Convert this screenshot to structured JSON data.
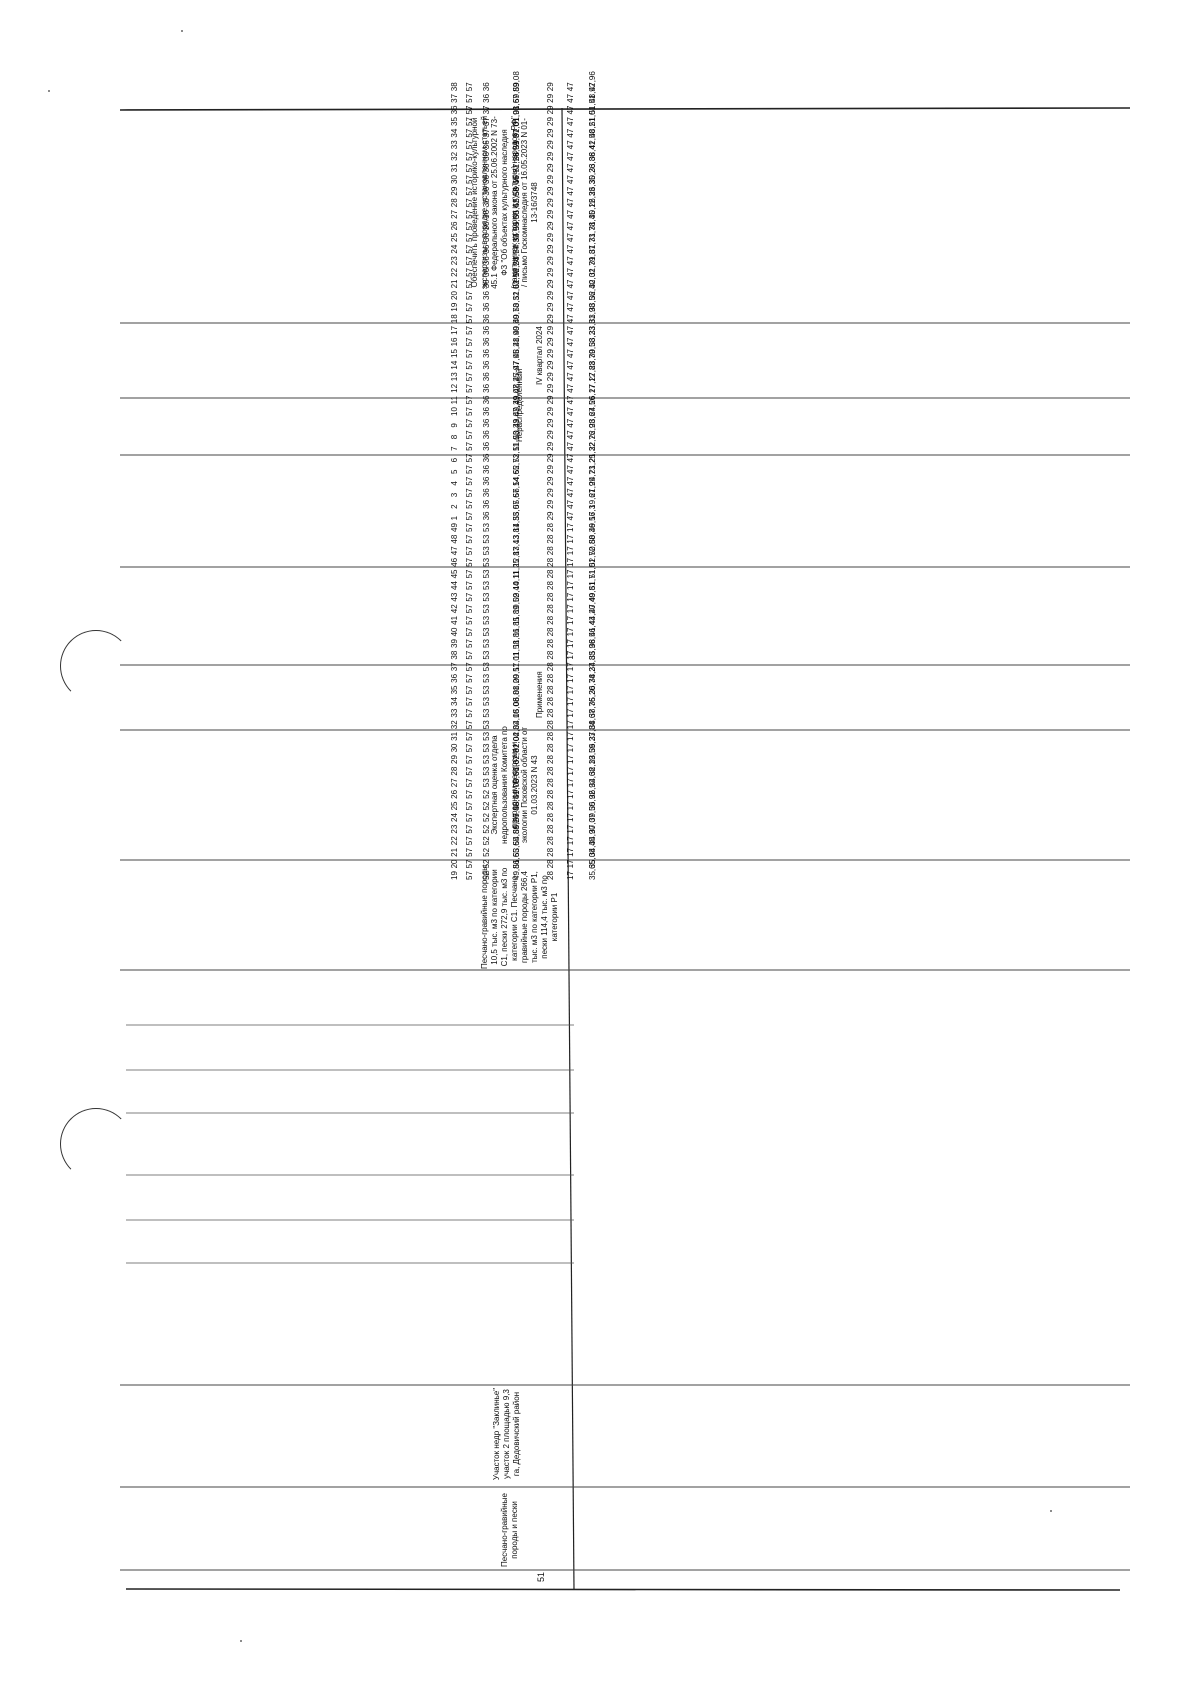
{
  "record": {
    "number": "51",
    "mineral": "Песчано-гравийные породы и пески",
    "site": "Участок недр \"Заклинье\" участок 2 площадью 9,3 га, Дедовичский район",
    "resources": "Песчано-гравийные породы 10,5 тыс. м3 по категории C1, пески 272,9 тыс. м3 по категории C1. Песчано-гравийные породы 266,4 тыс. м3 по категории P1, пески 114,4 тыс. м3 по категории P1",
    "expertise": "Экспертная оценка отдела недропользования Комитета по природным ресурсам и экологии Псковской области от 01.03.2023 N 43",
    "purpose": "Применения",
    "status": "Нераспределенный",
    "period": "IV квартал 2024",
    "conditions": "Обеспечить проведение историко-культурной экспертизы в порядке, установленном статьей 45.1 Федерального закона от 25.06.2002 N 73-ФЗ \"Об объектах культурного наследия (памятниках истории и культуры) народов РФ\" / письмо Госкомнаследия от 16.05.2023 N 01-13-16/3748"
  },
  "coords_group1": [
    [
      "19",
      "57",
      "52",
      "49,86",
      "28",
      "17",
      "35,65"
    ],
    [
      "20",
      "57",
      "52",
      "51,65",
      "28",
      "17",
      "35,08"
    ],
    [
      "21",
      "57",
      "52",
      "53,65",
      "28",
      "17",
      "34,45"
    ],
    [
      "22",
      "57",
      "52",
      "54,89",
      "28",
      "17",
      "34,90"
    ],
    [
      "23",
      "57",
      "52",
      "56,26",
      "28",
      "17",
      "37,07"
    ],
    [
      "24",
      "57",
      "52",
      "57,45",
      "28",
      "17",
      "39,50"
    ],
    [
      "25",
      "57",
      "52",
      "58,41",
      "28",
      "17",
      "35,92"
    ],
    [
      "26",
      "57",
      "52",
      "59,75",
      "28",
      "17",
      "36,92"
    ],
    [
      "27",
      "57",
      "53",
      "00,66",
      "28",
      "17",
      "34,68"
    ],
    [
      "28",
      "57",
      "53",
      "01,67",
      "28",
      "17",
      "32,19"
    ],
    [
      "29",
      "57",
      "53",
      "02,81",
      "28",
      "17",
      "33,59"
    ],
    [
      "30",
      "57",
      "53",
      "02,04",
      "28",
      "17",
      "36,23"
    ],
    [
      "31",
      "57",
      "53",
      "02,32",
      "28",
      "17",
      "37,84"
    ],
    [
      "32",
      "57",
      "53",
      "04,18",
      "28",
      "17",
      "38,67"
    ],
    [
      "33",
      "57",
      "53",
      "05,08",
      "28",
      "17",
      "38,76"
    ],
    [
      "34",
      "57",
      "53",
      "06,81",
      "28",
      "17",
      "35,20"
    ],
    [
      "35",
      "57",
      "53",
      "08,20",
      "28",
      "17",
      "36,74"
    ],
    [
      "36",
      "57",
      "53",
      "09,57",
      "28",
      "17",
      "38,27"
    ],
    [
      "37",
      "57",
      "53",
      "11,01",
      "28",
      "17",
      "34,83"
    ],
    [
      "38",
      "57",
      "53",
      "11,58",
      "28",
      "17",
      "35,96"
    ],
    [
      "39",
      "57",
      "53",
      "11,86",
      "28",
      "17",
      "38,56"
    ],
    [
      "40",
      "57",
      "53",
      "11,85",
      "28",
      "17",
      "41,43"
    ],
    [
      "41",
      "57",
      "53",
      "11,89",
      "28",
      "17",
      "44,20"
    ],
    [
      "42",
      "57",
      "53",
      "10,52",
      "28",
      "17",
      "47,40"
    ],
    [
      "43",
      "57",
      "53",
      "09,44",
      "28",
      "17",
      "49,81"
    ],
    [
      "44",
      "57",
      "53",
      "10,11",
      "28",
      "17",
      "51,71"
    ],
    [
      "45",
      "57",
      "53",
      "11,25",
      "28",
      "17",
      "51,01"
    ],
    [
      "46",
      "57",
      "53",
      "12,87",
      "28",
      "17",
      "52,72"
    ],
    [
      "47",
      "57",
      "53",
      "13,43",
      "28",
      "17",
      "50,88"
    ],
    [
      "48",
      "57",
      "53",
      "13,81",
      "28",
      "17",
      "50,36"
    ],
    [
      "49",
      "57",
      "53",
      "14,33",
      "28",
      "17",
      "49,56"
    ]
  ],
  "coords_group2": [
    [
      "1",
      "57",
      "36",
      "55,07",
      "29",
      "47",
      "17,3"
    ],
    [
      "2",
      "57",
      "36",
      "55,67",
      "29",
      "47",
      "19,67"
    ],
    [
      "3",
      "57",
      "36",
      "56,14",
      "29",
      "47",
      "21,99"
    ],
    [
      "4",
      "57",
      "36",
      "54,65",
      "29",
      "47",
      "24,73"
    ],
    [
      "5",
      "57",
      "36",
      "52,73",
      "29",
      "47",
      "21,25"
    ],
    [
      "6",
      "57",
      "36",
      "52,11",
      "29",
      "47",
      "21,32"
    ],
    [
      "7",
      "57",
      "36",
      "51,03",
      "29",
      "47",
      "22,76"
    ],
    [
      "8",
      "57",
      "36",
      "50,33",
      "29",
      "47",
      "22,98"
    ],
    [
      "9",
      "57",
      "36",
      "49,67",
      "29",
      "47",
      "23,67"
    ],
    [
      "10",
      "57",
      "36",
      "49,39",
      "29",
      "47",
      "24,56"
    ],
    [
      "11",
      "57",
      "36",
      "49,07",
      "29",
      "47",
      "26,17"
    ],
    [
      "12",
      "57",
      "36",
      "48,25",
      "29",
      "47",
      "27,12"
    ],
    [
      "13",
      "57",
      "36",
      "47,97",
      "29",
      "47",
      "27,83"
    ],
    [
      "14",
      "57",
      "36",
      "47,95",
      "29",
      "47",
      "28,79"
    ],
    [
      "15",
      "57",
      "36",
      "48,21",
      "29",
      "47",
      "30,58"
    ],
    [
      "16",
      "57",
      "36",
      "48,90",
      "29",
      "47",
      "33,23"
    ],
    [
      "17",
      "57",
      "36",
      "49,80",
      "29",
      "47",
      "33,81"
    ],
    [
      "18",
      "57",
      "36",
      "49,73",
      "29",
      "47",
      "33,98"
    ],
    [
      "19",
      "57",
      "36",
      "50,32",
      "29",
      "47",
      "33,56"
    ],
    [
      "20",
      "57",
      "36",
      "51,02",
      "29",
      "47",
      "32,40"
    ],
    [
      "21",
      "57",
      "36",
      "51,16",
      "29",
      "47",
      "32,02"
    ],
    [
      "22",
      "57",
      "36",
      "52,24",
      "29",
      "47",
      "31,79"
    ],
    [
      "23",
      "57",
      "36",
      "53,77",
      "29",
      "47",
      "31,87"
    ],
    [
      "24",
      "57",
      "36",
      "54,32",
      "29",
      "47",
      "31,73"
    ],
    [
      "25",
      "57",
      "36",
      "54,99",
      "29",
      "47",
      "31,78"
    ],
    [
      "26",
      "57",
      "36",
      "55,30",
      "29",
      "47",
      "31,45"
    ],
    [
      "27",
      "57",
      "36",
      "55,42",
      "29",
      "47",
      "30,12"
    ],
    [
      "28",
      "57",
      "36",
      "55,53",
      "29",
      "47",
      "26,33"
    ],
    [
      "29",
      "57",
      "36",
      "56,46",
      "29",
      "47",
      "26,35"
    ],
    [
      "30",
      "57",
      "36",
      "56,71",
      "29",
      "47",
      "30,26"
    ],
    [
      "31",
      "57",
      "36",
      "57,26",
      "29",
      "47",
      "33,86"
    ],
    [
      "32",
      "57",
      "36",
      "58,31",
      "29",
      "47",
      "38,41"
    ],
    [
      "33",
      "57",
      "36",
      "59,37",
      "29",
      "47",
      "42,50"
    ],
    [
      "34",
      "57",
      "37",
      "01,01",
      "29",
      "47",
      "48,21"
    ],
    [
      "35",
      "57",
      "37",
      "01,93",
      "29",
      "47",
      "51,01"
    ],
    [
      "36",
      "57",
      "37",
      "01,67",
      "29",
      "47",
      "51,51"
    ],
    [
      "37",
      "57",
      "36",
      "59,89",
      "29",
      "47",
      "48,92"
    ],
    [
      "38",
      "57",
      "36",
      "59,08",
      "29",
      "47",
      "47,96"
    ]
  ]
}
